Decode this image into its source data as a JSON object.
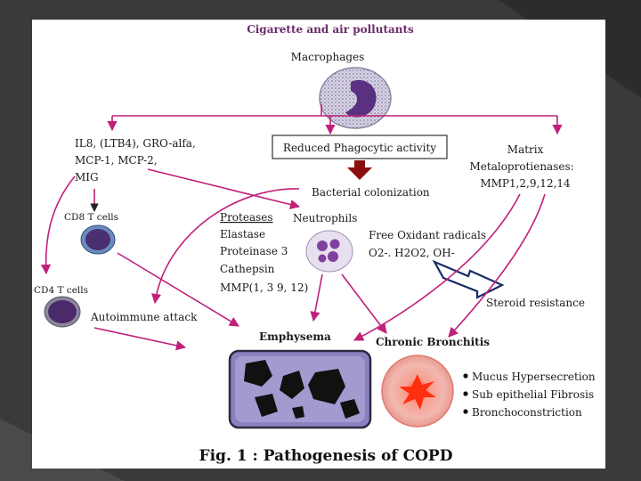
{
  "title": "Cigarette and air pollutants",
  "macrophages": "Macrophages",
  "cytokines": [
    "IL8, (LTB4), GRO-alfa,",
    "MCP-1, MCP-2,",
    "MIG"
  ],
  "reduced_phagocytic": "Reduced Phagocytic activity",
  "matrix": [
    "Matrix",
    "Metaloprotienases:",
    "MMP1,2,9,12,14"
  ],
  "bacterial_colonization": "Bacterial colonization",
  "cd8": "CD8 T cells",
  "cd4": "CD4 T cells",
  "neutrophils": "Neutrophils",
  "proteases": [
    "Proteases",
    "Elastase",
    "Proteinase 3",
    "Cathepsin",
    "MMP(1, 3 9, 12)"
  ],
  "free_oxidant": [
    "Free Oxidant radicals",
    "O2-. H2O2, OH-"
  ],
  "steroid_resistance": "Steroid resistance",
  "autoimmune": "Autoimmune attack",
  "emphysema": "Emphysema",
  "chronic_bronchitis": "Chronic Bronchitis",
  "bronchitis_features": [
    "Mucus Hypersecretion",
    "Sub epithelial Fibrosis",
    "Bronchoconstriction"
  ],
  "caption": "Fig. 1 : Pathogenesis of COPD",
  "colors": {
    "arrow": "#c0207a",
    "title": "#6a2a6a",
    "cell": "#5a3080"
  }
}
